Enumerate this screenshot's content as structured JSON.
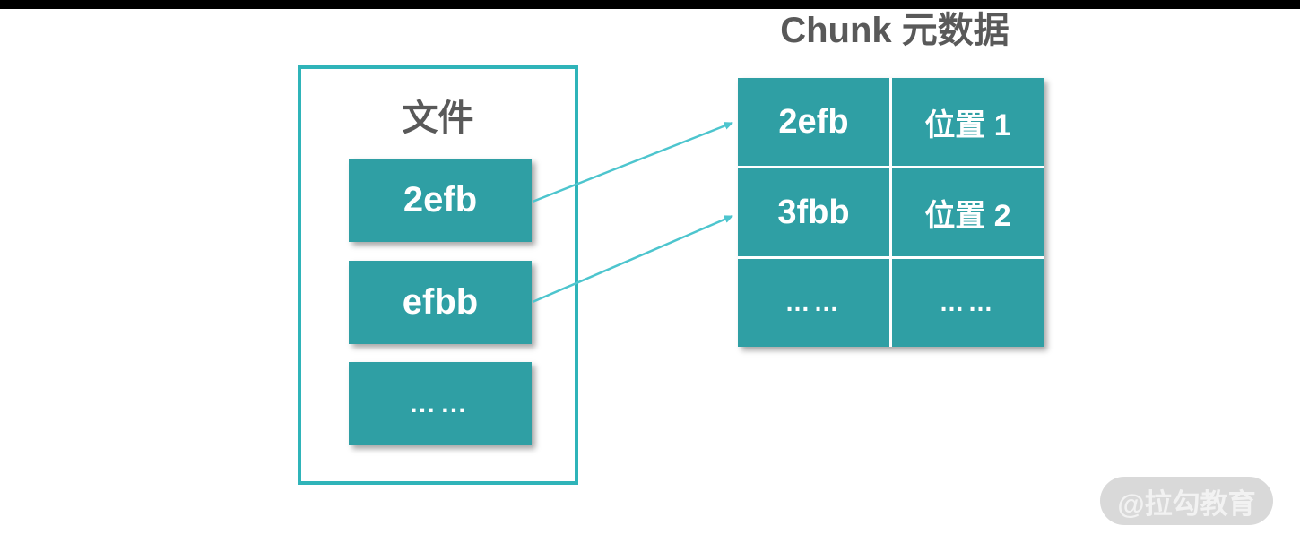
{
  "title": "Chunk 元数据",
  "file_panel": {
    "label": "文件",
    "items": [
      {
        "chunk": "2efb"
      },
      {
        "chunk": "efbb"
      },
      {
        "chunk": "……"
      }
    ]
  },
  "chunk_table": {
    "rows": [
      {
        "chunk": "2efb",
        "location": "位置 1"
      },
      {
        "chunk": "3fbb",
        "location": "位置 2"
      },
      {
        "chunk": "……",
        "location": "……"
      }
    ]
  },
  "watermark": "@拉勾教育",
  "colors": {
    "teal_fill": "#2F9FA4",
    "panel_border": "#2FB4B9",
    "arrow": "#4DC5CE",
    "heading_text": "#595959",
    "cell_text": "#FFFFFF",
    "top_bar": "#000000",
    "watermark_bg": "#D9D9D9",
    "watermark_text": "#F2F2F2"
  }
}
